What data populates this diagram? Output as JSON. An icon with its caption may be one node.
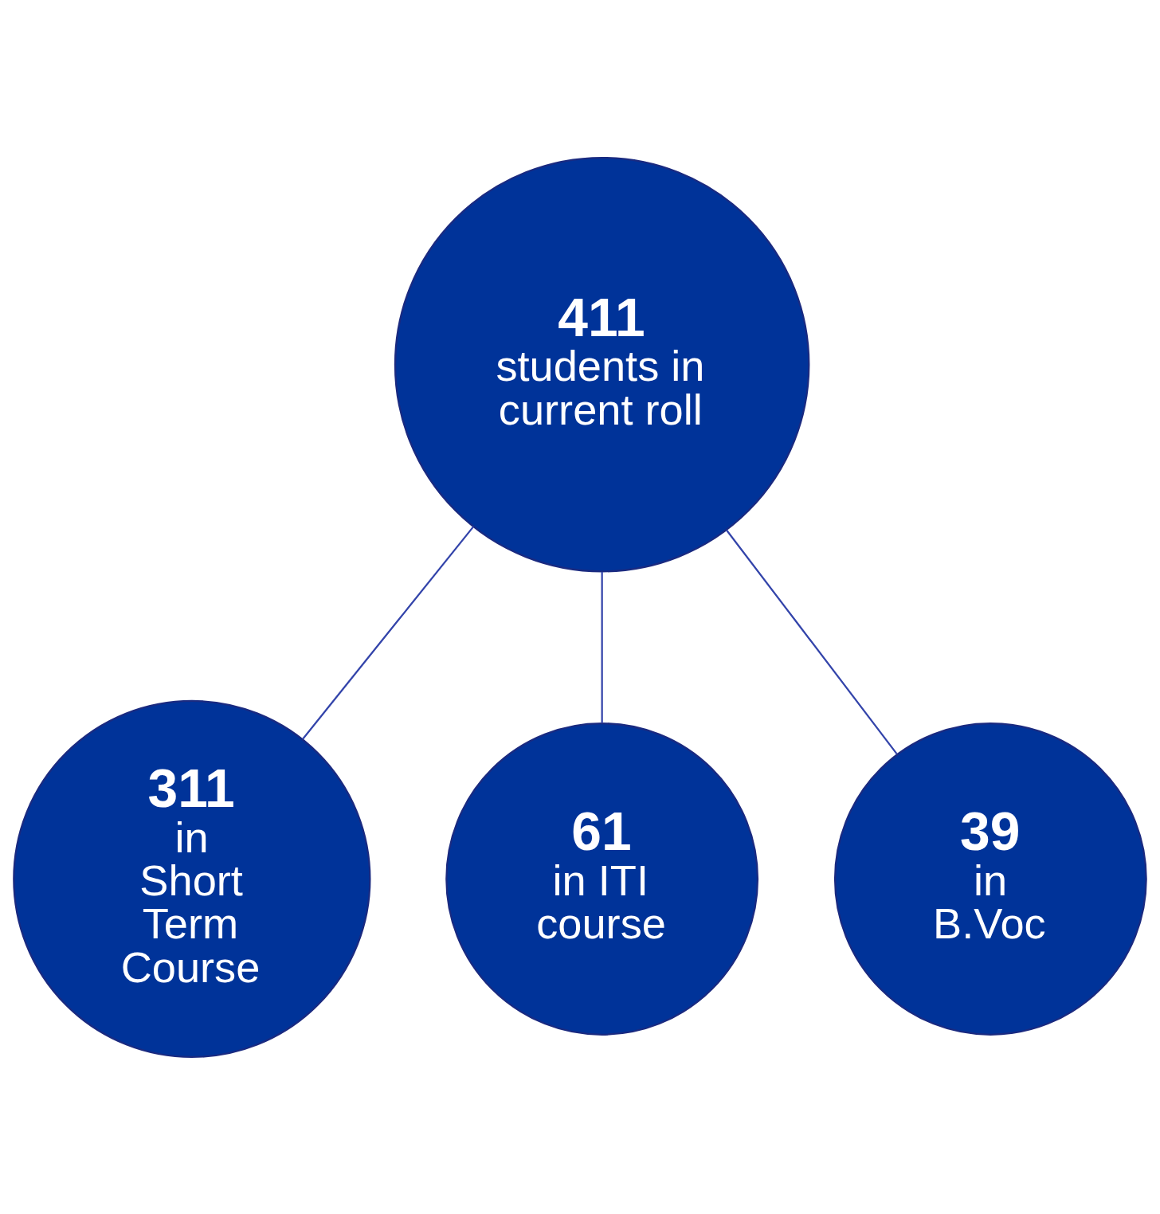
{
  "diagram": {
    "nodes": [
      {
        "text": [
          "**411** students in current roll"
        ]
      },
      {
        "text": [
          "**311** in Short Term Course"
        ]
      },
      {
        "text": [
          "**61** in ITI course"
        ]
      },
      {
        "text": [
          "**39** in B.Voc"
        ]
      }
    ],
    "edges": [
      {
        "from": 0,
        "to": 1,
        "arrow": "none"
      },
      {
        "from": 0,
        "to": 2,
        "arrow": "none"
      },
      {
        "from": 0,
        "to": 3,
        "arrow": "none"
      }
    ]
  }
}
